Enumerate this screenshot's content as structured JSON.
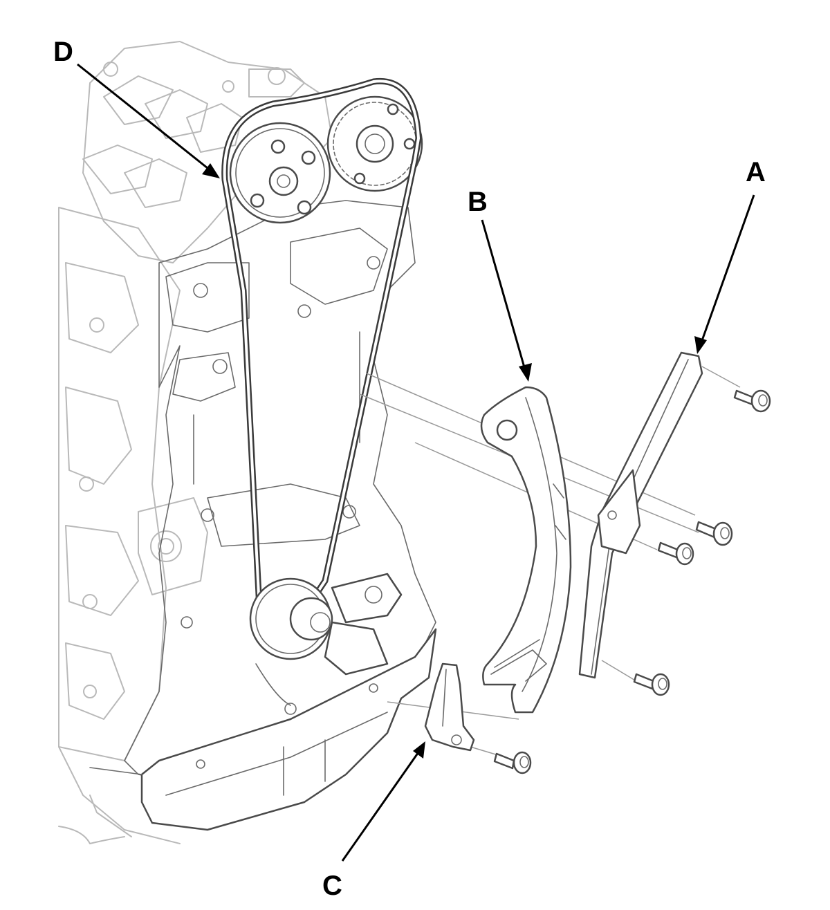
{
  "diagram": {
    "callouts": {
      "a": {
        "label": "A"
      },
      "b": {
        "label": "B"
      },
      "c": {
        "label": "C"
      },
      "d": {
        "label": "D"
      }
    }
  }
}
